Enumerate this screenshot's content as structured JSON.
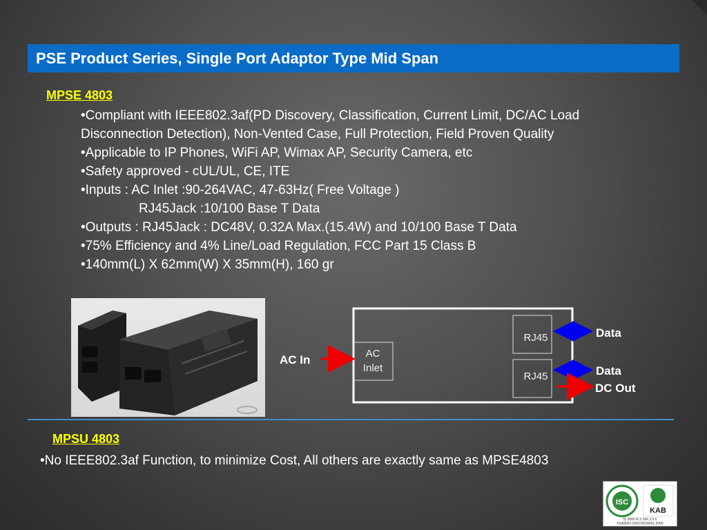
{
  "title": "PSE Product Series, Single Port Adaptor Type Mid Span",
  "product1": {
    "name": "MPSE 4803",
    "bullets": [
      "•Compliant with IEEE802.3af(PD Discovery, Classification, Current Limit, DC/AC Load Disconnection Detection), Non-Vented Case, Full Protection, Field Proven Quality",
      "•Applicable to IP Phones, WiFi AP, Wimax AP, Security Camera, etc",
      "•Safety approved - cUL/UL, CE, ITE",
      "•Inputs : AC Inlet :90-264VAC, 47-63Hz( Free Voltage )",
      "RJ45Jack :10/100 Base T Data",
      "•Outputs : RJ45Jack : DC48V, 0.32A Max.(15.4W) and 10/100 Base T Data",
      "•75% Efficiency and 4% Line/Load Regulation, FCC Part 15 Class B",
      "•140mm(L) X 62mm(W) X 35mm(H), 160 gr"
    ]
  },
  "diagram": {
    "ac_in": "AC In",
    "ac_inlet_line1": "AC",
    "ac_inlet_line2": "Inlet",
    "rj45_top": "RJ45",
    "rj45_bottom": "RJ45",
    "data_top": "Data",
    "data_bottom": "Data",
    "dc_out": "DC Out",
    "colors": {
      "blue_arrow": "#0000ee",
      "red_arrow": "#ee0000"
    }
  },
  "product2": {
    "name": "MPSU 4803",
    "description": "•No IEEE802.3af Function, to minimize Cost, All others are exactly same as MPSE4803"
  },
  "certification": {
    "left_logo": "ISC",
    "right_logo": "KAB",
    "caption_line1": "IS 9000 R.3.S/R.3.5.6",
    "caption_line2": "KSA9001:2001/ISO9001:2000"
  },
  "colors": {
    "title_bar": "#0a6cc6",
    "product_name": "#ffff00"
  }
}
